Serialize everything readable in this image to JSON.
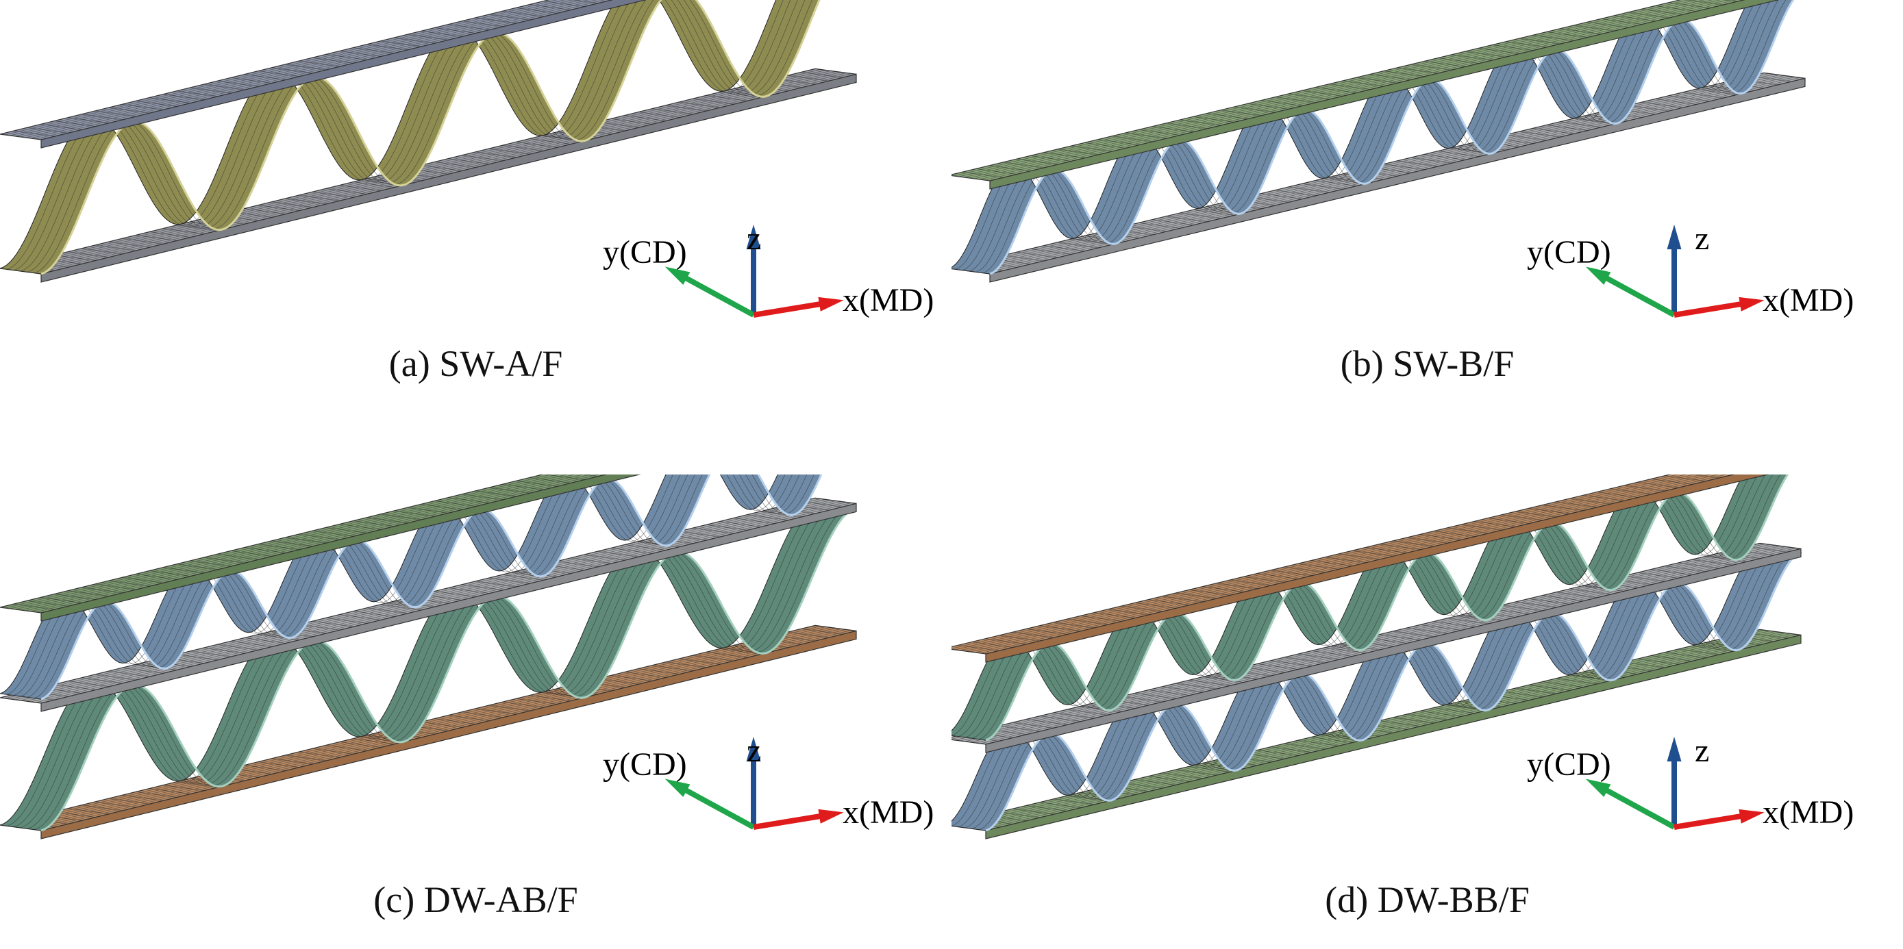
{
  "panels": [
    {
      "id": "a",
      "caption": "(a) SW-A/F",
      "walls": 1,
      "flutes": [
        "A"
      ],
      "colors": {
        "top": "#8f95a8",
        "flute": "#8f8c52",
        "bottom": "#9a9ca4"
      }
    },
    {
      "id": "b",
      "caption": "(b) SW-B/F",
      "walls": 1,
      "flutes": [
        "B"
      ],
      "colors": {
        "top": "#8aa67a",
        "flute": "#6f8aa6",
        "bottom": "#a7a9ad"
      }
    },
    {
      "id": "c",
      "caption": "(c) DW-AB/F",
      "walls": 2,
      "flutes": [
        "B",
        "A"
      ],
      "colors": {
        "top": "#7f9c72",
        "flute_upper": "#6f8aa6",
        "middle": "#a7a9ad",
        "flute_lower": "#5f8a7a",
        "bottom": "#b98a63"
      }
    },
    {
      "id": "d",
      "caption": "(d) DW-BB/F",
      "walls": 2,
      "flutes": [
        "B",
        "B"
      ],
      "colors": {
        "top": "#b98a63",
        "flute_upper": "#5f8a7a",
        "middle": "#a7a9ad",
        "flute_lower": "#6f8aa6",
        "bottom": "#8aa67a"
      }
    }
  ],
  "axes": {
    "z_label": "z",
    "y_label": "y(CD)",
    "x_label": "x(MD)",
    "colors": {
      "z": "#1f4f8f",
      "y": "#1fa64a",
      "x": "#e01b1b"
    }
  }
}
